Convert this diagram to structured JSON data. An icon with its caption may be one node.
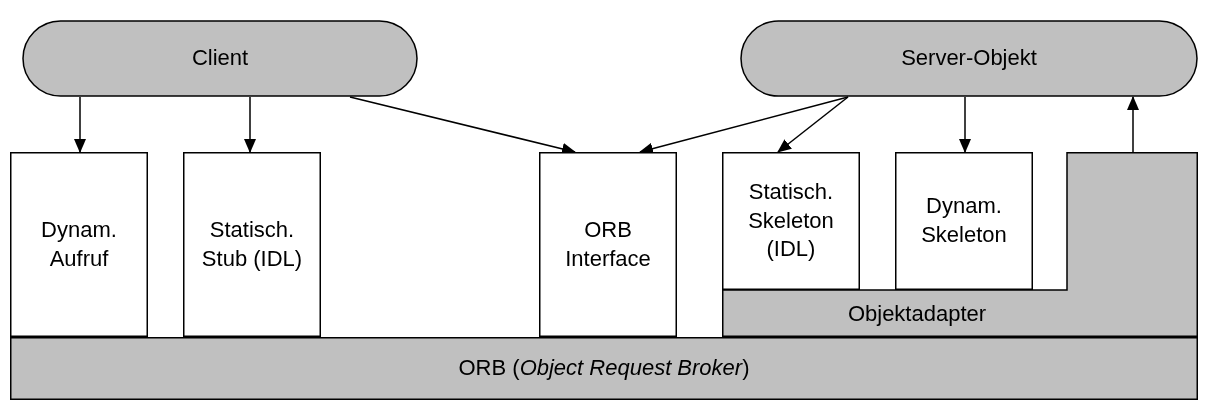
{
  "diagram": {
    "nodes": [
      {
        "text": [
          "Client"
        ]
      },
      {
        "text": [
          "Server-Objekt"
        ]
      },
      {
        "text": [
          "Dynam. Aufruf"
        ]
      },
      {
        "text": [
          "Statisch. Stub (IDL)"
        ]
      },
      {
        "text": [
          "ORB Interface"
        ]
      },
      {
        "text": [
          "Statisch. Skeleton (IDL)"
        ]
      },
      {
        "text": [
          "Dynam. Skeleton"
        ]
      },
      {
        "text": [
          "Objektadapter"
        ]
      },
      {
        "text": [
          "ORB (*Object Request Broker*)"
        ]
      }
    ],
    "edges": [
      {
        "from": 0,
        "to": 2,
        "arrow": "to"
      },
      {
        "from": 0,
        "to": 3,
        "arrow": "to"
      },
      {
        "from": 0,
        "to": 4,
        "arrow": "to"
      },
      {
        "from": 1,
        "to": 4,
        "arrow": "to"
      },
      {
        "from": 1,
        "to": 5,
        "arrow": "to"
      },
      {
        "from": 1,
        "to": 6,
        "arrow": "to"
      },
      {
        "from": 7,
        "to": 1,
        "arrow": "to"
      }
    ]
  }
}
